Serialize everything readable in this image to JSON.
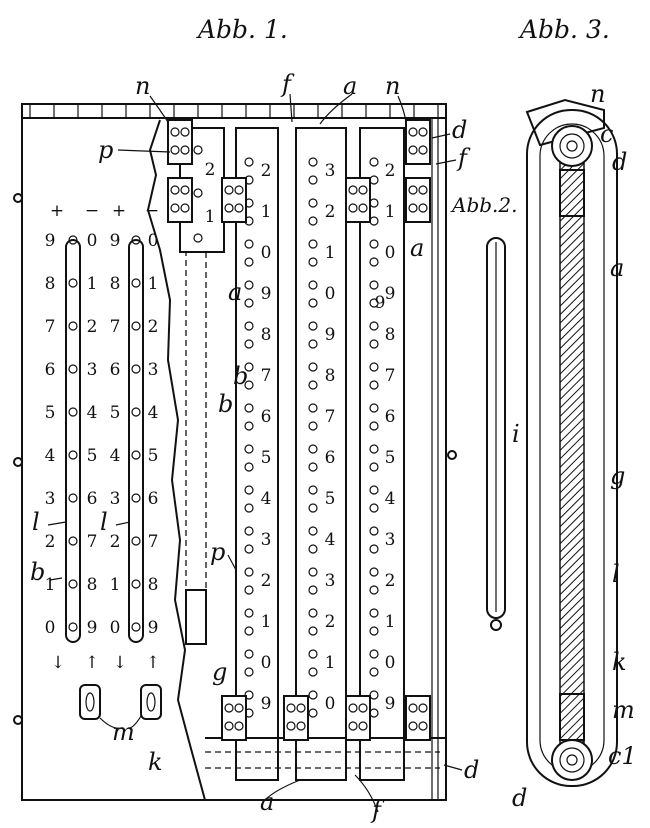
{
  "titles": {
    "fig1": "Abb. 1.",
    "fig2": "Abb.2.",
    "fig3": "Abb. 3."
  },
  "scale": {
    "signs": [
      "+",
      "−",
      "+",
      "−"
    ],
    "col_a": [
      "9",
      "8",
      "7",
      "6",
      "5",
      "4",
      "3",
      "2",
      "1",
      "0"
    ],
    "col_b": [
      "0",
      "1",
      "2",
      "3",
      "4",
      "5",
      "6",
      "7",
      "8",
      "9"
    ],
    "arrows": [
      "↓",
      "↑",
      "↓",
      "↑"
    ]
  },
  "bars": {
    "bar1": [
      "2",
      "1",
      "0",
      "9",
      "8",
      "7",
      "6",
      "5",
      "4",
      "3",
      "2",
      "1",
      "0",
      "9"
    ],
    "bar2": [
      "3",
      "2",
      "1",
      "0",
      "9",
      "8",
      "7",
      "6",
      "5",
      "4",
      "3",
      "2",
      "1",
      "0"
    ],
    "bar3": [
      "2",
      "1",
      "0",
      "9",
      "8",
      "7",
      "6",
      "5",
      "4",
      "3",
      "2",
      "1",
      "0",
      "9"
    ],
    "pusher": [
      "2",
      "1"
    ]
  },
  "letters": {
    "n1": "n",
    "f1": "f",
    "a1": "a",
    "n2": "n",
    "p1": "p",
    "d1": "d",
    "f2": "f",
    "a2": "a",
    "a3": "a",
    "b1": "b",
    "b2": "b",
    "b3": "b",
    "l1": "l",
    "l2": "l",
    "p2": "p",
    "g1": "g",
    "m1": "m",
    "k1": "k",
    "a4": "a",
    "f3": "f",
    "d2": "d",
    "i1": "i",
    "dash9": "9",
    "n3": "n",
    "c1": "c",
    "d3": "d",
    "a5": "a",
    "g2": "g",
    "l3": "l",
    "k2": "k",
    "m2": "m",
    "c2": "c1",
    "d4": "d"
  }
}
